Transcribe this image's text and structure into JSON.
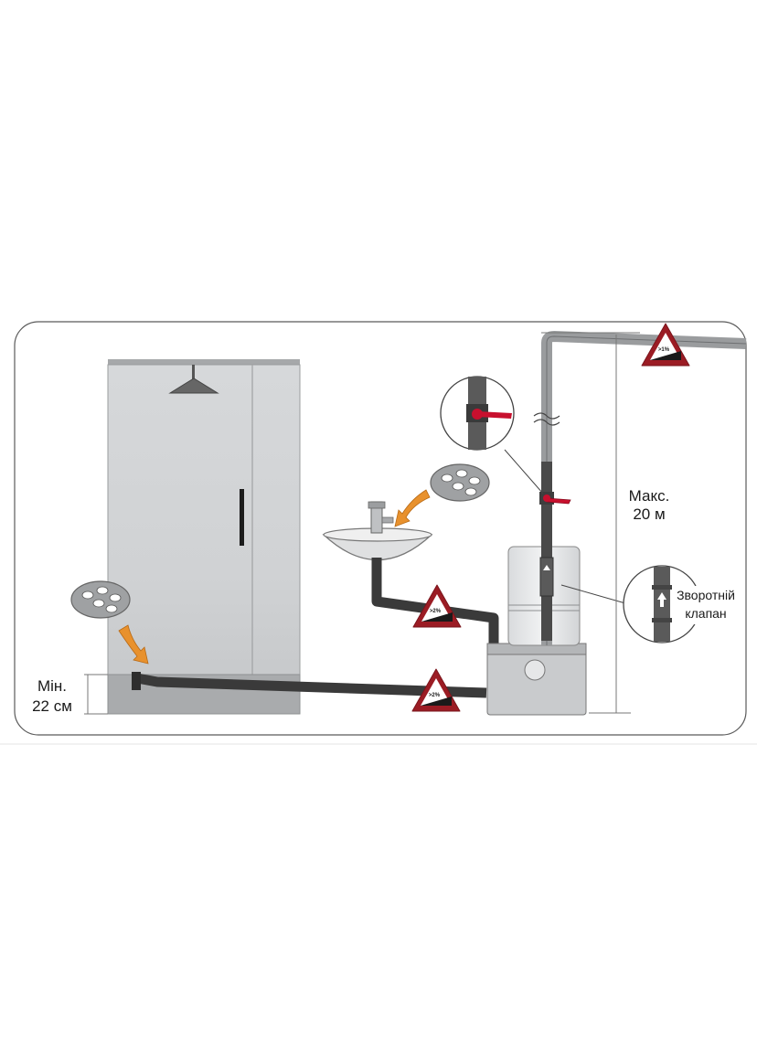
{
  "labels": {
    "min_height_line1": "Мін.",
    "min_height_line2": "22 см",
    "max_height_line1": "Макс.",
    "max_height_line2": "20 м",
    "check_valve_line1": "Зворотній",
    "check_valve_line2": "клапан"
  },
  "slopes": {
    "discharge_pipe": ">1%",
    "sink_drain": ">2%",
    "shower_drain": ">2%"
  },
  "colors": {
    "frame_border": "#555555",
    "shower": "#cfd1d3",
    "pipe_dark": "#3a3a3a",
    "pipe_light": "#9a9c9e",
    "arrow_orange": "#e8912d",
    "warning_red": "#9b1c24",
    "valve_red": "#c8102e"
  },
  "icons": {
    "shower_head": "shower-head-icon",
    "drain_grate": "drain-grate-icon",
    "flow_arrow": "curved-arrow-icon",
    "slope_sign": "slope-warning-icon",
    "ball_valve": "ball-valve-icon",
    "check_valve": "check-valve-icon"
  }
}
